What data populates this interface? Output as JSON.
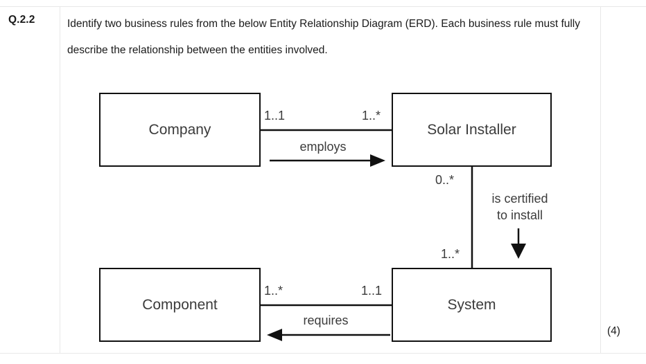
{
  "question": {
    "number": "Q.2.2",
    "text": "Identify two business rules from the below Entity Relationship Diagram (ERD). Each business rule must fully describe the relationship between the entities involved.",
    "marks": "(4)"
  },
  "diagram": {
    "type": "entity-relationship-diagram",
    "entities": [
      {
        "id": "company",
        "label": "Company"
      },
      {
        "id": "solar_installer",
        "label": "Solar Installer"
      },
      {
        "id": "component",
        "label": "Component"
      },
      {
        "id": "system",
        "label": "System"
      }
    ],
    "relationships": [
      {
        "id": "employs",
        "label": "employs",
        "from": "Company",
        "to": "Solar Installer",
        "from_multiplicity": "1..1",
        "to_multiplicity": "1..*",
        "direction": "right"
      },
      {
        "id": "is_certified_to_install",
        "label_line1": "is certified",
        "label_line2": "to install",
        "from": "Solar Installer",
        "to": "System",
        "from_multiplicity": "0..*",
        "to_multiplicity": "1..*",
        "direction": "down"
      },
      {
        "id": "requires",
        "label": "requires",
        "from": "System",
        "to": "Component",
        "from_multiplicity": "1..1",
        "to_multiplicity": "1..*",
        "direction": "left"
      }
    ],
    "colors": {
      "box_stroke": "#111111",
      "text": "#3b3b3b",
      "background": "#ffffff"
    }
  }
}
